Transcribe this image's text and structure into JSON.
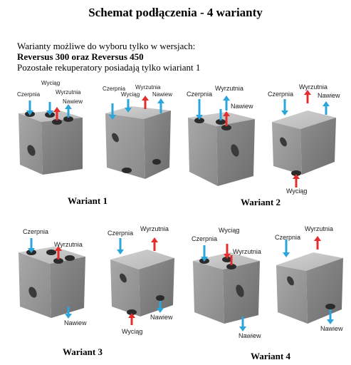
{
  "title": "Schemat podłączenia - 4 warianty",
  "intro": {
    "line1": "Warianty możliwe do wyboru tylko w wersjach:",
    "line2": "Reversus 300 oraz Reversus 450",
    "line3": "Pozostałe rekuperatory posiadają tylko wiariant 1"
  },
  "variants": [
    {
      "label": "Wariant 1"
    },
    {
      "label": "Wariant 2"
    },
    {
      "label": "Wariant 3"
    },
    {
      "label": "Wariant 4"
    }
  ],
  "ports": {
    "czerpnia": "Czerpnia",
    "wyciag": "Wyciąg",
    "wyrzutnia": "Wyrzutnia",
    "nawiew": "Nawiew"
  },
  "colors": {
    "supply_arrow": "#2aa6dc",
    "exhaust_arrow": "#e52d2d",
    "box_front": "#9a9a9a",
    "box_top": "#c4c4c4",
    "box_side": "#7f7f7f"
  }
}
